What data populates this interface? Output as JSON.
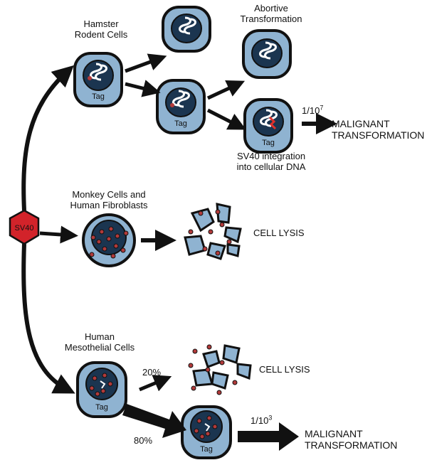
{
  "virus": {
    "label": "SV40"
  },
  "labels": {
    "hamster": [
      "Hamster",
      "Rodent Cells"
    ],
    "abortive": [
      "Abortive",
      "Transformation"
    ],
    "integration": [
      "SV40 integration",
      "into cellular DNA"
    ],
    "monkey": [
      "Monkey Cells and",
      "Human Fibroblasts"
    ],
    "mesothelial": [
      "Human",
      "Mesothelial Cells"
    ],
    "tag": "Tag",
    "lysis_1": "CELL LYSIS",
    "lysis_2": "CELL LYSIS",
    "malignant_1": [
      "MALIGNANT",
      "TRANSFORMATION"
    ],
    "malignant_2": [
      "MALIGNANT",
      "TRANSFORMATION"
    ],
    "ratio_1": {
      "base": "1/10",
      "exp": "7"
    },
    "ratio_2": {
      "base": "1/10",
      "exp": "3"
    },
    "pct_lysis": "20%",
    "pct_transform": "80%"
  },
  "colors": {
    "cell_fill": "#8fb3d1",
    "nucleus_fill": "#1b3550",
    "outline": "#111111",
    "virus_fill": "#d2232a",
    "particle": "#b23a3a",
    "integration_mark": "#e0312c"
  }
}
